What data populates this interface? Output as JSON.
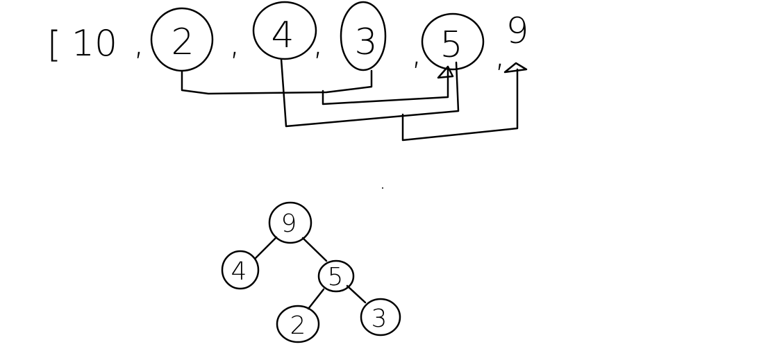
{
  "array": {
    "open_bracket": "[",
    "items": [
      "10",
      "2",
      "4",
      "3",
      "5",
      "9"
    ],
    "separator": ","
  },
  "tree": {
    "root": "9",
    "left": "4",
    "right": "5",
    "right_left": "2",
    "right_right": "3"
  }
}
